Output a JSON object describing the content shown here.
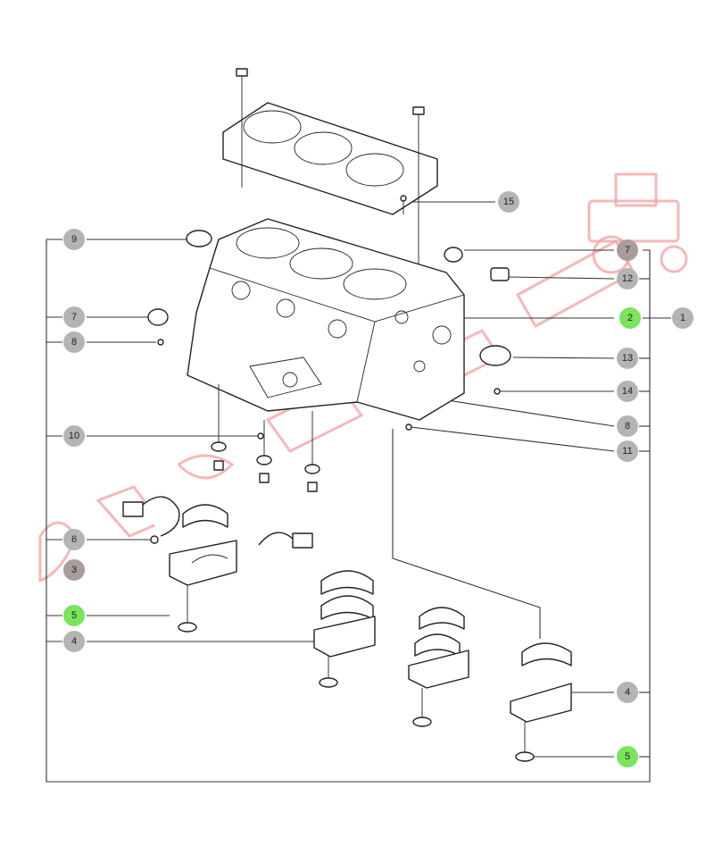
{
  "colors": {
    "callout_gray": "#b4b4b4",
    "callout_dark": "#a89c9c",
    "callout_green": "#7be35c",
    "watermark": "#f2a0a0",
    "line": "#333333"
  },
  "callouts": [
    {
      "id": "c15",
      "label": "15",
      "style": "gray"
    },
    {
      "id": "c9",
      "label": "9",
      "style": "gray"
    },
    {
      "id": "c7a",
      "label": "7",
      "style": "dark"
    },
    {
      "id": "c12",
      "label": "12",
      "style": "gray"
    },
    {
      "id": "c7b",
      "label": "7",
      "style": "gray"
    },
    {
      "id": "c2",
      "label": "2",
      "style": "green"
    },
    {
      "id": "c1",
      "label": "1",
      "style": "gray"
    },
    {
      "id": "c8a",
      "label": "8",
      "style": "gray"
    },
    {
      "id": "c13",
      "label": "13",
      "style": "gray"
    },
    {
      "id": "c14",
      "label": "14",
      "style": "gray"
    },
    {
      "id": "c8b",
      "label": "8",
      "style": "gray"
    },
    {
      "id": "c10",
      "label": "10",
      "style": "gray"
    },
    {
      "id": "c11",
      "label": "11",
      "style": "gray"
    },
    {
      "id": "c6",
      "label": "6",
      "style": "gray"
    },
    {
      "id": "c3",
      "label": "3",
      "style": "dark"
    },
    {
      "id": "c5a",
      "label": "5",
      "style": "green"
    },
    {
      "id": "c4a",
      "label": "4",
      "style": "gray"
    },
    {
      "id": "c4b",
      "label": "4",
      "style": "gray"
    },
    {
      "id": "c5b",
      "label": "5",
      "style": "green"
    }
  ]
}
